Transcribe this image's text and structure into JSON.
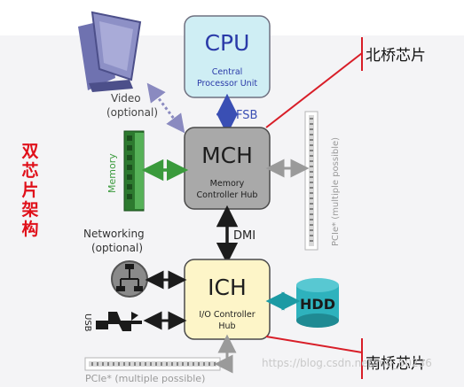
{
  "left_title_chars": [
    "双",
    "芯",
    "片",
    "架",
    "构"
  ],
  "cpu": {
    "title": "CPU",
    "line1": "Central",
    "line2": "Processor Unit"
  },
  "mch": {
    "title": "MCH",
    "line1": "Memory",
    "line2": "Controller Hub"
  },
  "ich": {
    "title": "ICH",
    "line1": "I/O Controller",
    "line2": "Hub"
  },
  "hdd": "HDD",
  "fsb": "FSB",
  "dmi": "DMI",
  "video": {
    "line1": "Video",
    "line2": "(optional)"
  },
  "memory": "Memory",
  "networking": {
    "line1": "Networking",
    "line2": "(optional)"
  },
  "usb": "USB",
  "pcie_right": "PCIe* (multiple possible)",
  "pcie_bottom": "PCIe* (multiple possible)",
  "northbridge": "北桥芯片",
  "southbridge": "南桥芯片",
  "watermark": "https://blog.csdn.net/m0_50236",
  "colors": {
    "accent_red": "#d81e28",
    "cpu_fill": "#cfeef4",
    "mch_fill": "#a9a9a9",
    "ich_fill": "#fdf5c8",
    "hdd_fill": "#2eb2bd",
    "memory_green": "#3a9a3c"
  }
}
